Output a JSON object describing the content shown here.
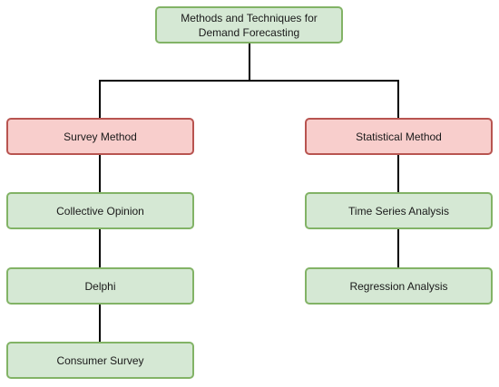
{
  "diagram": {
    "root": {
      "label": "Methods and Techniques for\nDemand Forecasting"
    },
    "branches": [
      {
        "label": "Survey Method",
        "children": [
          {
            "label": "Collective Opinion"
          },
          {
            "label": "Delphi"
          },
          {
            "label": "Consumer Survey"
          }
        ]
      },
      {
        "label": "Statistical Method",
        "children": [
          {
            "label": "Time Series Analysis"
          },
          {
            "label": "Regression Analysis"
          }
        ]
      }
    ]
  },
  "colors": {
    "root_fill": "#d5e8d4",
    "root_border": "#82b366",
    "branch_fill": "#f8cecc",
    "branch_border": "#b85450",
    "leaf_fill": "#d5e8d4",
    "leaf_border": "#82b366",
    "connector": "#000000"
  }
}
